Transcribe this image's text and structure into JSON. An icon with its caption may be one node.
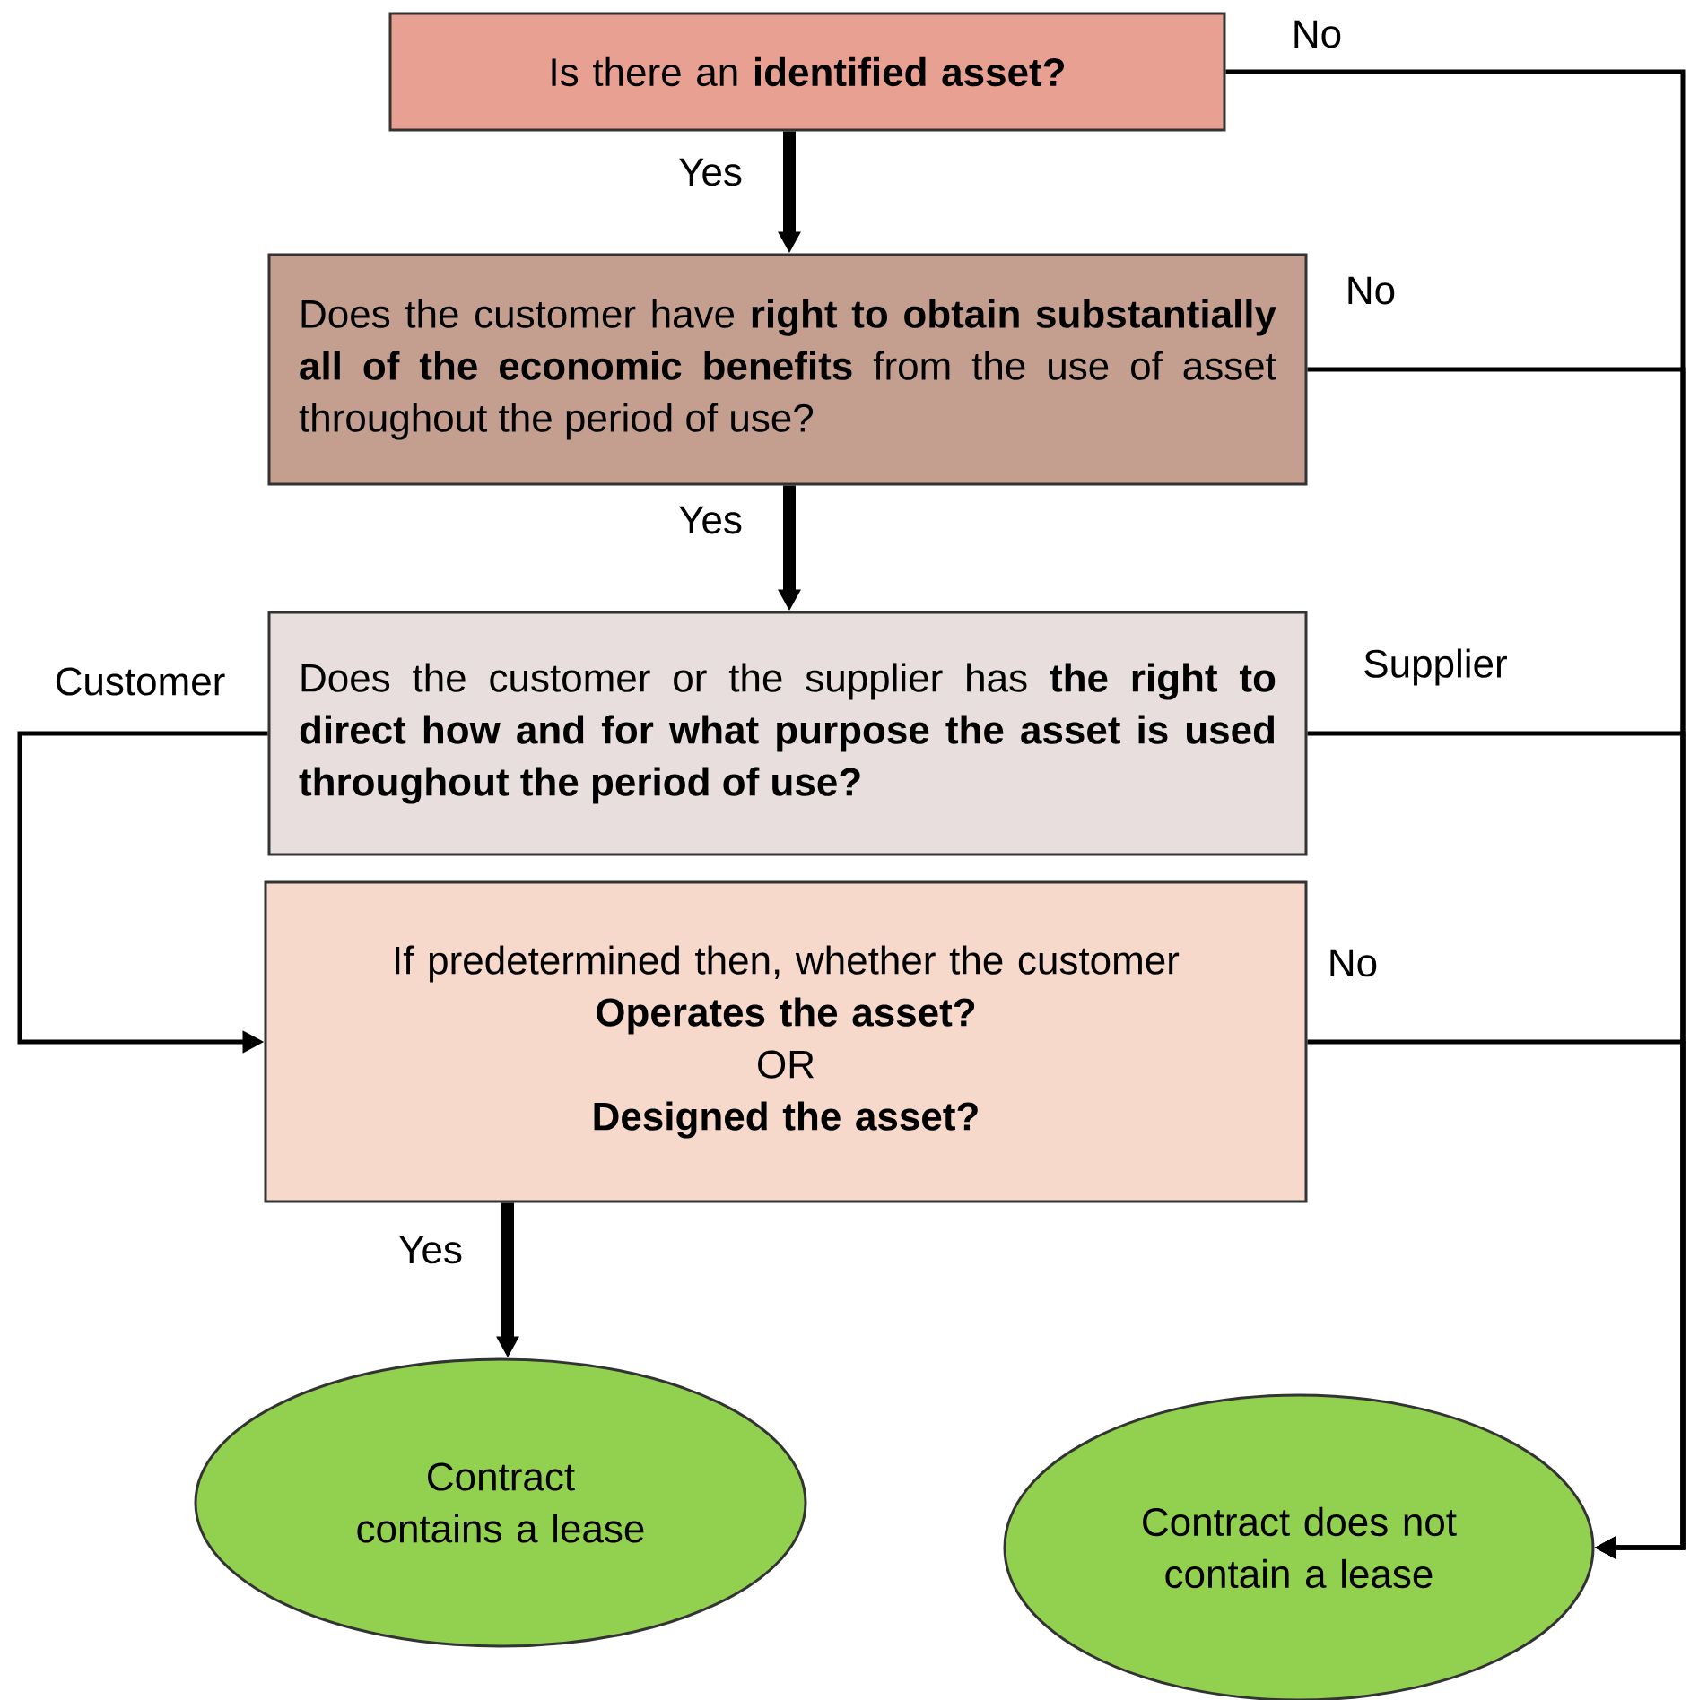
{
  "diagram": {
    "nodes": [
      {
        "text": [
          "Is there an **identified asset?**"
        ]
      },
      {
        "text": [
          "Does the customer have **right to obtain substantially all of the economic benefits** from the use of asset throughout the period of use?"
        ]
      },
      {
        "text": [
          "Does the customer or the supplier has **the right to direct how and for what purpose the asset is used throughout the period of use?**"
        ]
      },
      {
        "text": [
          "If predetermined then, whether the customer",
          "Operates the asset?",
          "OR",
          "Designed the asset?"
        ]
      },
      {
        "text": [
          "Contract contains a lease"
        ]
      },
      {
        "text": [
          "Contract does not contain a lease"
        ]
      }
    ],
    "edges": [
      {
        "from": 0,
        "to": 1,
        "arrow": "to",
        "label": "Yes",
        "style": "thick"
      },
      {
        "from": 1,
        "to": 2,
        "arrow": "to",
        "label": "Yes",
        "style": "thick"
      },
      {
        "from": 2,
        "to": 3,
        "arrow": "to",
        "label": "Customer"
      },
      {
        "from": 3,
        "to": 4,
        "arrow": "to",
        "label": "Yes",
        "style": "thick"
      },
      {
        "from": 0,
        "to": 5,
        "arrow": "to",
        "label": "No"
      },
      {
        "from": 1,
        "to": 5,
        "arrow": "to",
        "label": "No"
      },
      {
        "from": 2,
        "to": 5,
        "arrow": "to",
        "label": "Supplier"
      },
      {
        "from": 3,
        "to": 5,
        "arrow": "to",
        "label": "No"
      }
    ]
  }
}
